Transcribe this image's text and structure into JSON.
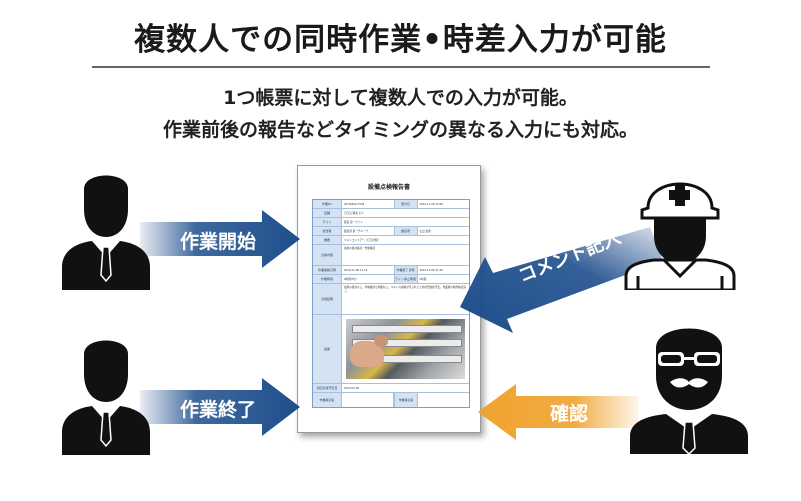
{
  "title": "複数人での同時作業•時差入力が可能",
  "subtitle_line1": "1つ帳票に対して複数人での入力が可能。",
  "subtitle_line2": "作業前後の報告などタイミングの異なる入力にも対応。",
  "document": {
    "title": "設備点検報告書",
    "rows": [
      {
        "label": "作業No",
        "value": "0078-B42-HY28",
        "label2": "受付日",
        "value2": "2019-11-08 10:00"
      },
      {
        "label": "店舗",
        "value": "〇〇店 関東 ビル"
      },
      {
        "label": "ライン",
        "value": "製造 第一ライン"
      },
      {
        "label": "担当者",
        "value": "製造部 第一グループ",
        "label2": "責任者",
        "value2": "山田 太郎"
      },
      {
        "label": "機器",
        "value": "ベルトコンベアー（〇〇社製）"
      },
      {
        "label": "点検内容",
        "value": "電源の異常確認・作動確認"
      },
      {
        "label": "作業開始日時",
        "value": "2019-11-08 11:15",
        "label2": "作業終了日時",
        "value2": "2019-11-08 11:50"
      },
      {
        "label": "作業時間",
        "value": "0時間35分",
        "label2": "ライン停止時間",
        "value2": "0時間"
      },
      {
        "label": "点検結果",
        "value": "電源の異常なし。作動確認も問題なし。ベルトの摩耗が見られたため次回交換予定。作業後の動作確認完了。"
      },
      {
        "label": "画像",
        "value": ""
      },
      {
        "label": "次回点検予定日",
        "value": "2020-02-08"
      },
      {
        "label": "作業者記名",
        "value": "",
        "label2": "作業者記名",
        "value2": ""
      }
    ]
  },
  "arrows": {
    "start": "作業開始",
    "end": "作業終了",
    "comment": "コメント記入",
    "confirm": "確認"
  },
  "colors": {
    "blue": "#1e4e8c",
    "orange": "#f0a22e",
    "person": "#111111"
  }
}
